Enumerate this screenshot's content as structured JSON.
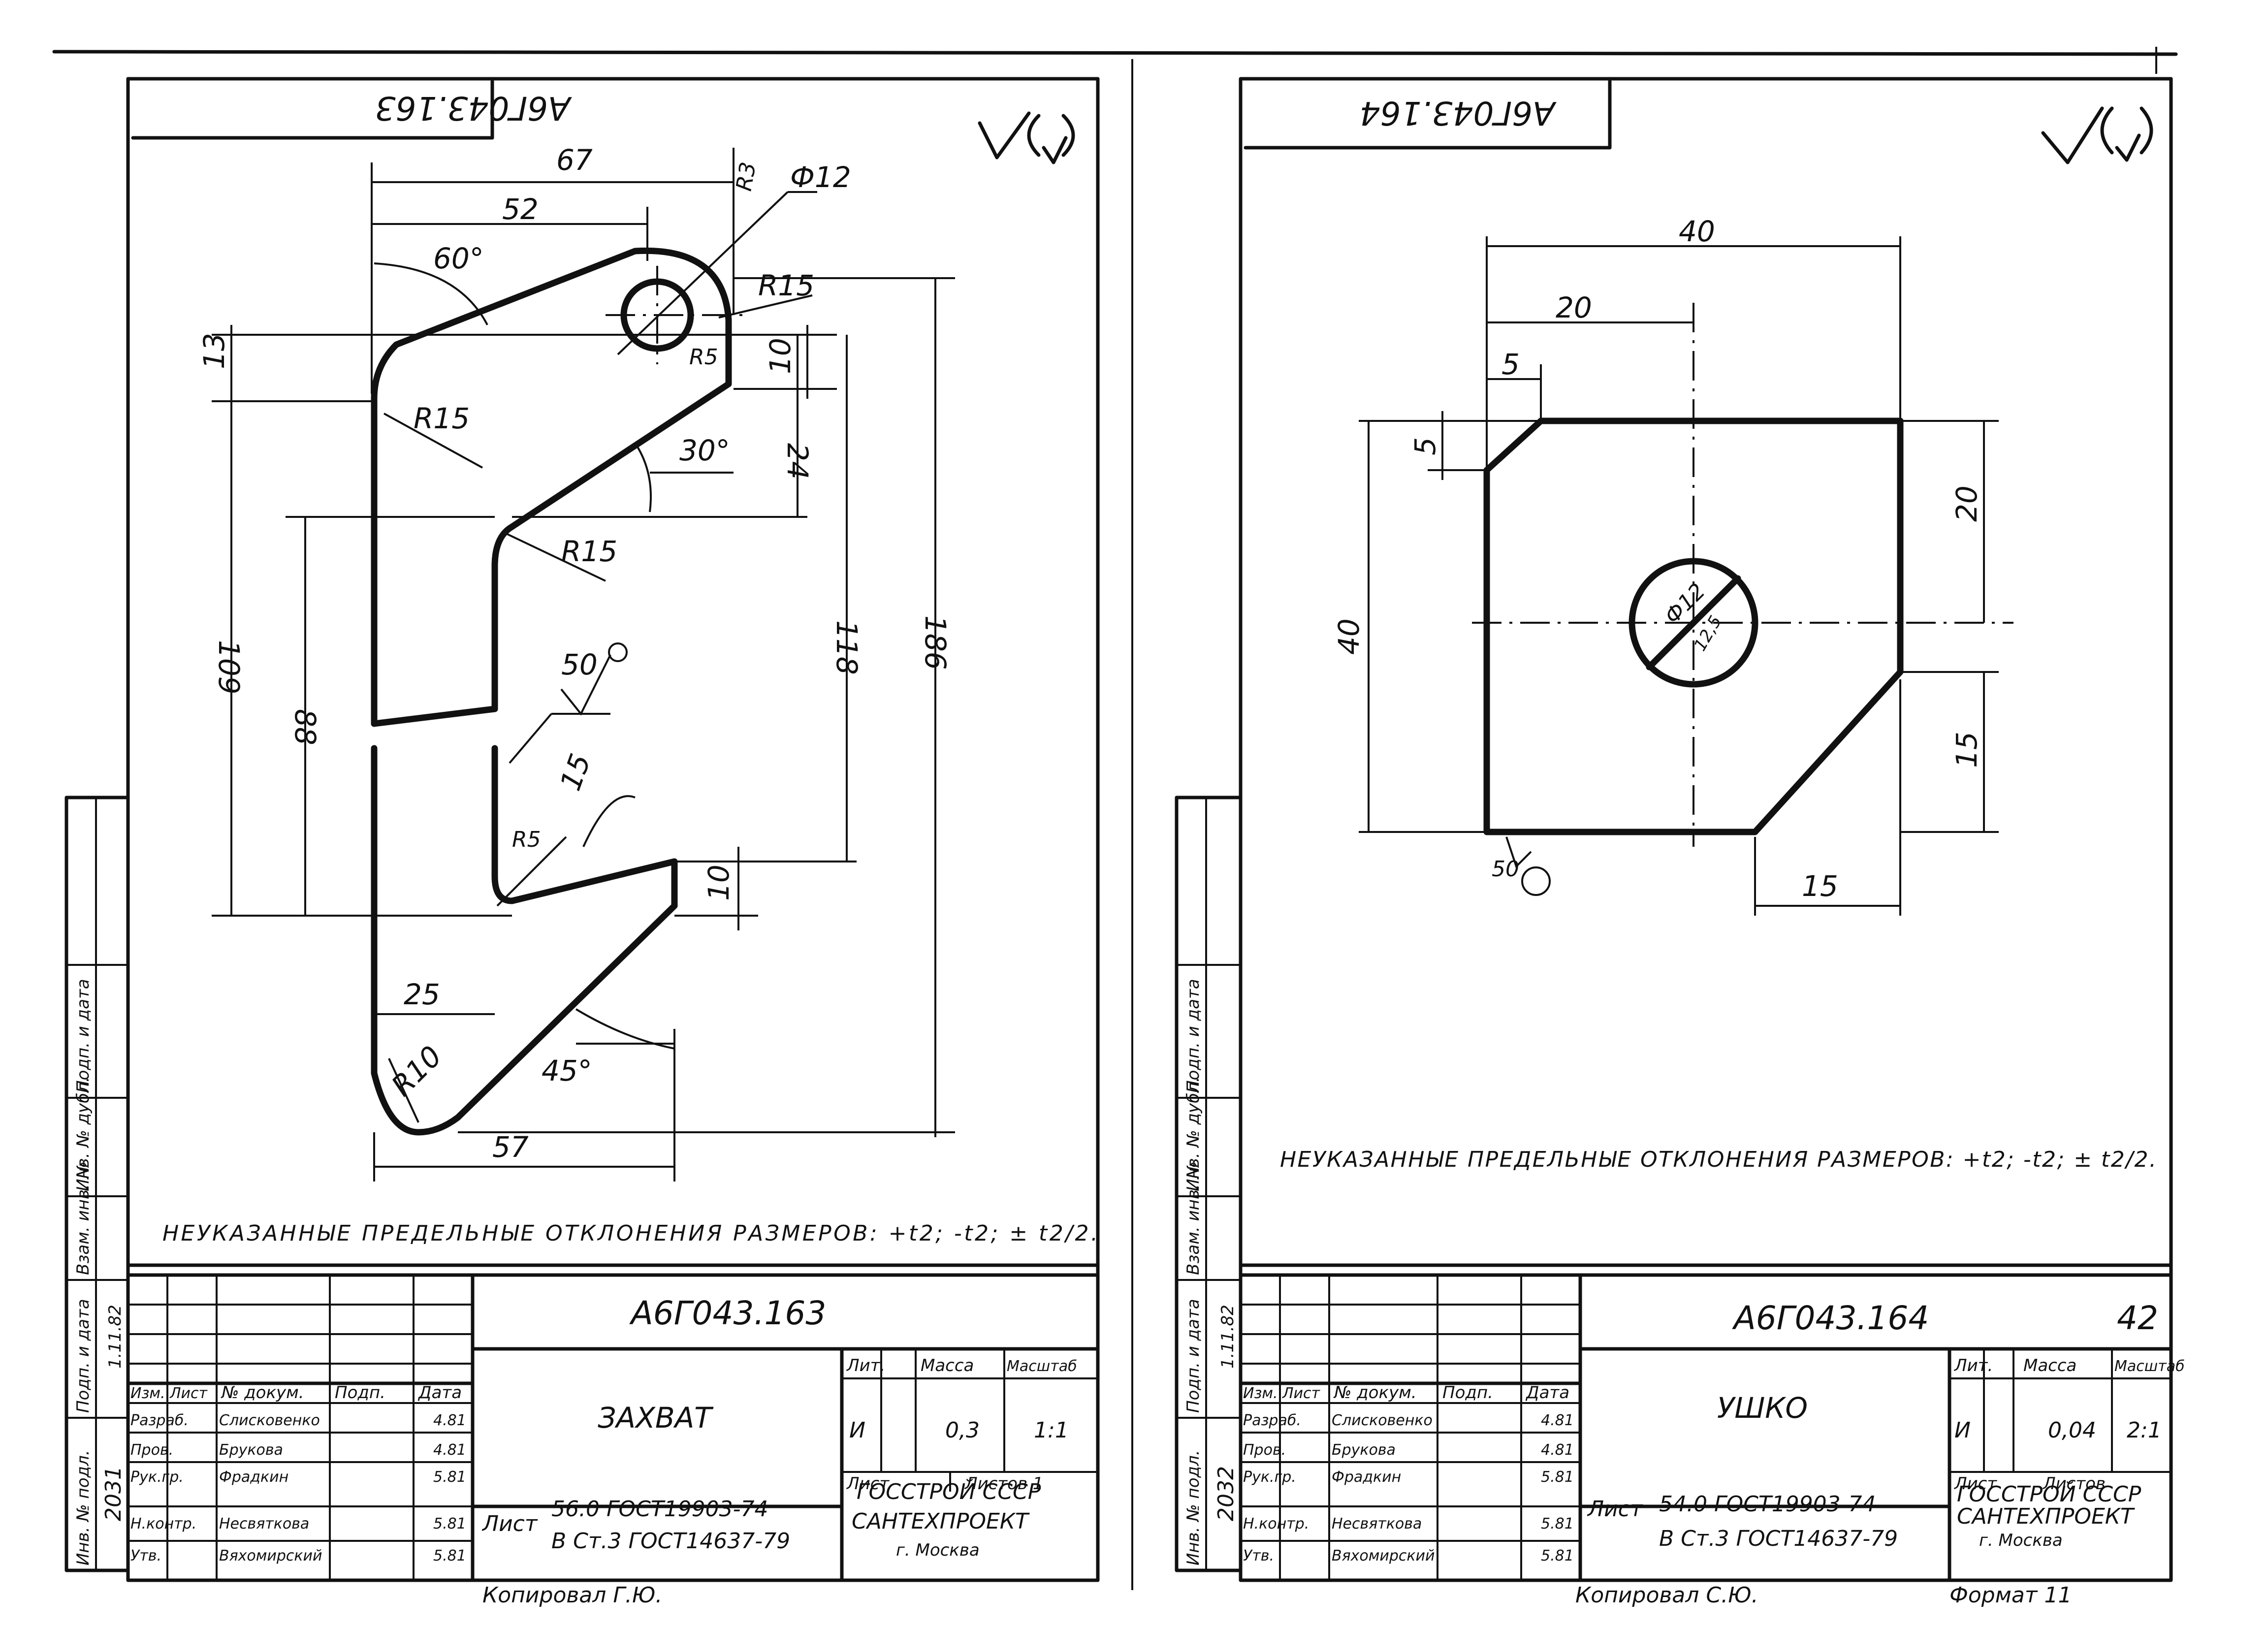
{
  "left_sheet": {
    "stamp_code": "А6Г043.163",
    "roughness_symbol": "√(√)",
    "dimensions": {
      "d67": "67",
      "d52": "52",
      "phi12": "Ф12",
      "r_phi": "R3",
      "r15_top": "R15",
      "a60": "60°",
      "d13": "13",
      "r5_top": "R5",
      "d10_top": "10",
      "r15_mid": "R15",
      "a30": "30°",
      "d24": "24",
      "r15_low": "R15",
      "d109": "109",
      "d88": "88",
      "d118": "118",
      "d186": "186",
      "rough50": "50",
      "r5_low": "R5",
      "a15": "15",
      "d10_low": "10",
      "d25": "25",
      "r10": "R10",
      "a45": "45°",
      "d57": "57"
    },
    "note": "НЕУКАЗАННЫЕ ПРЕДЕЛЬНЫЕ ОТКЛОНЕНИЯ РАЗМЕРОВ: +t2; -t2; ± t2/2.",
    "title_block": {
      "designation": "А6Г043.163",
      "name": "ЗАХВАТ",
      "material_line1": "Лист",
      "material_line2": "56.0 ГОСТ19903-74",
      "material_line3": "В Ст.3 ГОСТ14637-79",
      "org1": "ГОССТРОЙ СССР",
      "org2": "САНТЕХПРОЕКТ",
      "org3": "г. Москва",
      "headers": {
        "lit": "Лит.",
        "mass": "Масса",
        "scale": "Масштаб",
        "sheet": "Лист",
        "sheets": "Листов 1"
      },
      "values": {
        "lit": "И",
        "mass": "0,3",
        "scale": "1:1"
      },
      "cols": {
        "izm": "Изм.",
        "list": "Лист",
        "ndoc": "№ докум.",
        "sign": "Подп.",
        "date": "Дата"
      },
      "rows": [
        {
          "role": "Разраб.",
          "name": "Слисковенко",
          "date": "4.81"
        },
        {
          "role": "Пров.",
          "name": "Брукова",
          "date": "4.81"
        },
        {
          "role": "Рук.гр.",
          "name": "Фрадкин",
          "date": "5.81"
        },
        {
          "role": "Н.контр.",
          "name": "Несвяткова",
          "date": "5.81"
        },
        {
          "role": "Утв.",
          "name": "Вяхомирский",
          "date": "5.81"
        }
      ],
      "copied": "Копировал Г.Ю."
    },
    "side_strip": [
      "Инв. № подл.",
      "Подп. и дата",
      "Взам. инв. №",
      "Инв. № дубл.",
      "Подп. и дата"
    ],
    "side_values": {
      "inv": "2031",
      "date": "1.11.82"
    }
  },
  "right_sheet": {
    "stamp_code": "А6Г043.164",
    "roughness_symbol": "√(√)",
    "dimensions": {
      "d40_top": "40",
      "d20_top": "20",
      "d5_top": "5",
      "d5_left": "5",
      "d20_right": "20",
      "phi12": "Ф12",
      "r125": "12,5",
      "d40_left": "40",
      "d15_right": "15",
      "rough50": "50",
      "d15_bottom": "15"
    },
    "note": "НЕУКАЗАННЫЕ ПРЕДЕЛЬНЫЕ ОТКЛОНЕНИЯ РАЗМЕРОВ: +t2; -t2; ± t2/2.",
    "title_block": {
      "designation": "А6Г043.164",
      "name": "УШКО",
      "material_line1": "Лист",
      "material_line2": "54.0 ГОСТ19903-74",
      "material_line3": "В Ст.3 ГОСТ14637-79",
      "org1": "ГОССТРОЙ СССР",
      "org2": "САНТЕХПРОЕКТ",
      "org3": "г. Москва",
      "headers": {
        "lit": "Лит.",
        "mass": "Масса",
        "scale": "Масштаб",
        "sheet": "Лист",
        "sheets": "Листов"
      },
      "values": {
        "lit": "И",
        "mass": "0,04",
        "scale": "2:1"
      },
      "cols": {
        "izm": "Изм.",
        "list": "Лист",
        "ndoc": "№ докум.",
        "sign": "Подп.",
        "date": "Дата"
      },
      "rows": [
        {
          "role": "Разраб.",
          "name": "Слисковенко",
          "date": "4.81"
        },
        {
          "role": "Пров.",
          "name": "Брукова",
          "date": "4.81"
        },
        {
          "role": "Рук.гр.",
          "name": "Фрадкин",
          "date": "5.81"
        },
        {
          "role": "Н.контр.",
          "name": "Несвяткова",
          "date": "5.81"
        },
        {
          "role": "Утв.",
          "name": "Вяхомирский",
          "date": "5.81"
        }
      ],
      "copied": "Копировал С.Ю.",
      "format": "Формат 11",
      "page_number": "42"
    },
    "side_strip": [
      "Инв. № подл.",
      "Подп. и дата",
      "Взам. инв. №",
      "Инв. № дубл.",
      "Подп. и дата"
    ],
    "side_values": {
      "inv": "2032",
      "date": "1.11.82"
    }
  }
}
